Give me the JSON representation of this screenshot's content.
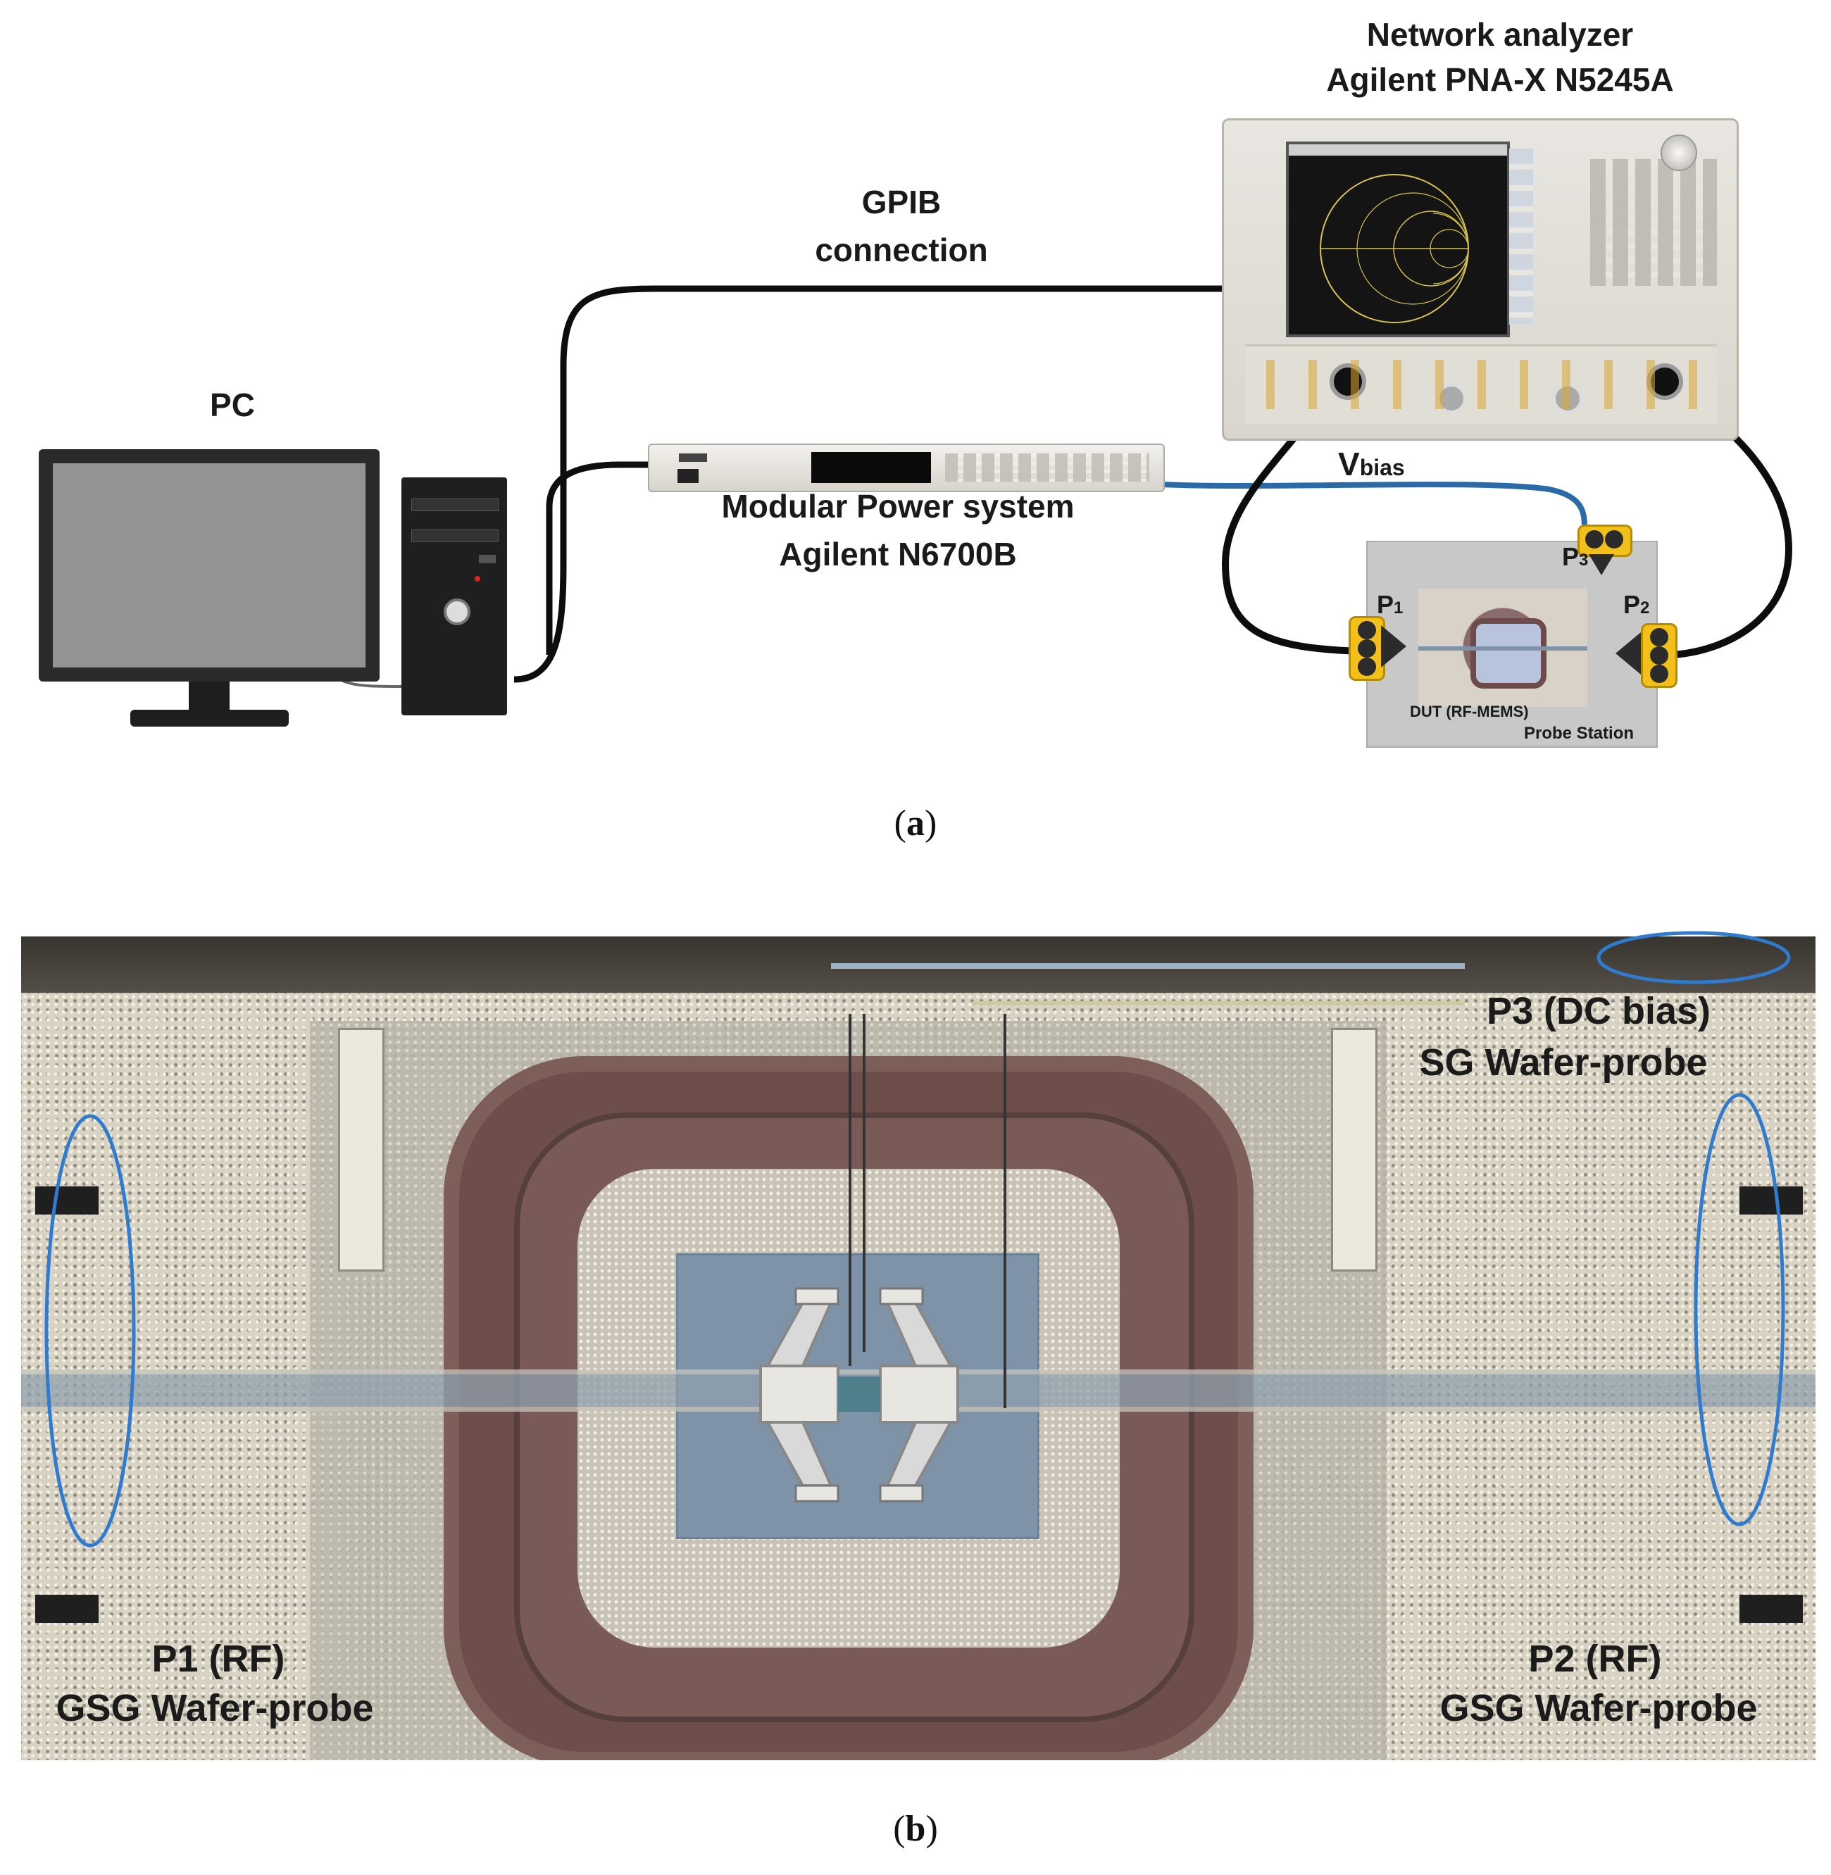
{
  "panel_a": {
    "caption_open": "(",
    "caption_letter": "a",
    "caption_close": ")",
    "network_analyzer": {
      "title_line1": "Network analyzer",
      "title_line2": "Agilent PNA-X N5245A",
      "screen_bg": "#141414",
      "trace_color": "#d9c34a"
    },
    "gpib": {
      "line1": "GPIB",
      "line2": "connection"
    },
    "pc": {
      "label": "PC"
    },
    "power_system": {
      "line1": "Modular Power system",
      "line2": "Agilent N6700B"
    },
    "vbias": {
      "main": "V",
      "sub": "bias"
    },
    "probe_station": {
      "p1_main": "P",
      "p1_sub": "1",
      "p2_main": "P",
      "p2_sub": "2",
      "p3_main": "P",
      "p3_sub": "3",
      "dut_label": "DUT (RF-MEMS)",
      "station_label": "Probe Station"
    },
    "colors": {
      "cable": "#0d0d0d",
      "bias_cable": "#2a6aa6",
      "probe": "#f2c019"
    }
  },
  "panel_b": {
    "caption_open": "(",
    "caption_letter": "b",
    "caption_close": ")",
    "p3_line1": "P3 (DC bias)",
    "p3_line2": "SG Wafer-probe",
    "p1_line1": "P1 (RF)",
    "p1_line2": "GSG Wafer-probe",
    "p2_line1": "P2 (RF)",
    "p2_line2": "GSG Wafer-probe",
    "highlight_color": "#2f7bd0"
  }
}
